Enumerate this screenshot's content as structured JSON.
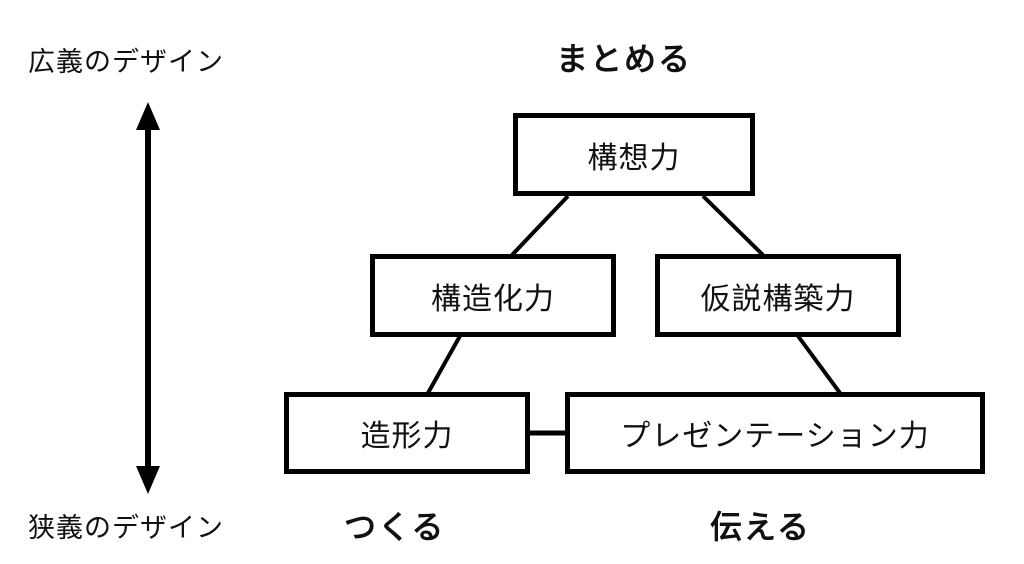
{
  "diagram": {
    "axis": {
      "broad_label": "広義のデザイン",
      "narrow_label": "狭義のデザイン"
    },
    "verbs": {
      "top": "まとめる",
      "bottom_left": "つくる",
      "bottom_right": "伝える"
    },
    "boxes": {
      "conception": "構想力",
      "structuring": "構造化力",
      "hypothesis": "仮説構築力",
      "forming": "造形力",
      "presentation": "プレゼンテーション力"
    },
    "colors": {
      "stroke": "#000000",
      "background": "#ffffff",
      "text": "#111111"
    }
  }
}
